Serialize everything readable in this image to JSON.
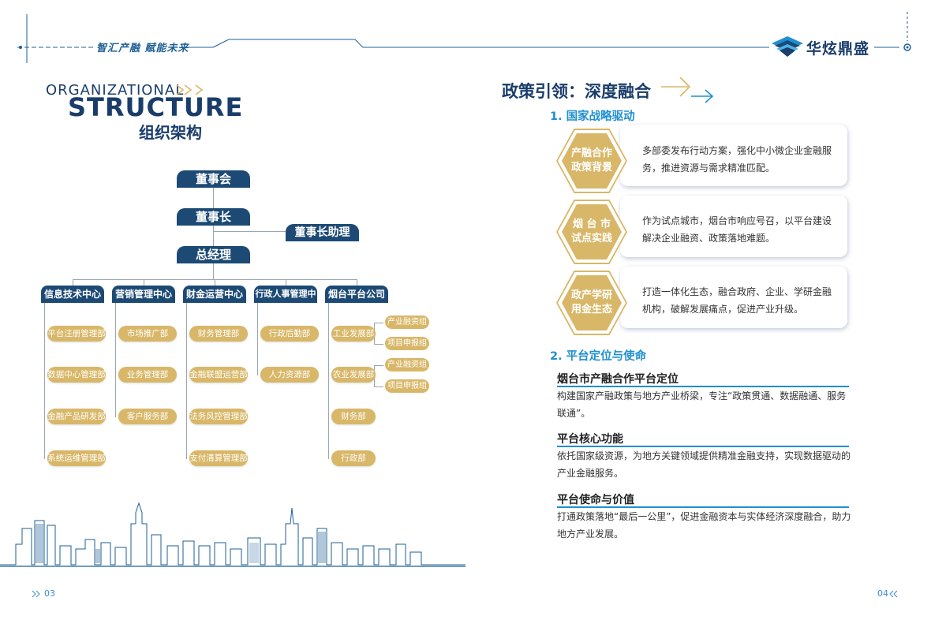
{
  "header": {
    "slogan": "智汇产融  赋能未来",
    "logo_text": "华炫鼎盛"
  },
  "left": {
    "title_en_small": "ORGANIZATIONAL",
    "title_en_big": "STRUCTURE",
    "title_cn": "组织架构",
    "board": "董事会",
    "chairman": "董事长",
    "assistant": "董事长助理",
    "gm": "总经理",
    "departments": [
      {
        "name": "信息技术中心",
        "units": [
          "平台注册管理部",
          "数据中心管理部",
          "金融产品研发部",
          "系统运维管理部"
        ]
      },
      {
        "name": "营销管理中心",
        "units": [
          "市场推广部",
          "业务管理部",
          "客户服务部"
        ]
      },
      {
        "name": "财金运营中心",
        "units": [
          "财务管理部",
          "金融联盟运营部",
          "法务风控管理部",
          "支付清算管理部"
        ]
      },
      {
        "name": "行政人事管理中心",
        "units": [
          "行政后勤部",
          "人力资源部"
        ]
      },
      {
        "name": "烟台平台公司",
        "units": [
          "工业发展部",
          "农业发展部",
          "财务部",
          "行政部"
        ]
      }
    ],
    "subgroups": [
      "产业融资组",
      "项目申报组",
      "产业融资组",
      "项目申报组"
    ],
    "page_no": "03"
  },
  "right": {
    "title": "政策引领：深度融合",
    "section1": "1. 国家战略驱动",
    "cards": [
      {
        "hex_line1": "产融合作",
        "hex_line2": "政策背景",
        "text": "多部委发布行动方案，强化中小微企业金融服务，推进资源与需求精准匹配。"
      },
      {
        "hex_line1": "烟 台 市",
        "hex_line2": "试点实践",
        "text": "作为试点城市，烟台市响应号召，以平台建设解决企业融资、政策落地难题。"
      },
      {
        "hex_line1": "政产学研",
        "hex_line2": "用金生态",
        "text": "打造一体化生态，融合政府、企业、学研金融机构，破解发展痛点，促进产业升级。"
      }
    ],
    "section2": "2. 平台定位与使命",
    "items": [
      {
        "heading": "烟台市产融合作平台定位",
        "text": "构建国家产融政策与地方产业桥梁，专注“政策贯通、数据融通、服务联通”。"
      },
      {
        "heading": "平台核心功能",
        "text": "依托国家级资源，为地方关键领域提供精准金融支持，实现数据驱动的产业金融服务。"
      },
      {
        "heading": "平台使命与价值",
        "text": "打通政策落地“最后一公里”，促进金融资本与实体经济深度融合，助力地方产业发展。"
      }
    ],
    "page_no": "04"
  },
  "colors": {
    "navy": "#1c4a74",
    "gold": "#d8b768",
    "blue_accent": "#1e8fd0"
  }
}
